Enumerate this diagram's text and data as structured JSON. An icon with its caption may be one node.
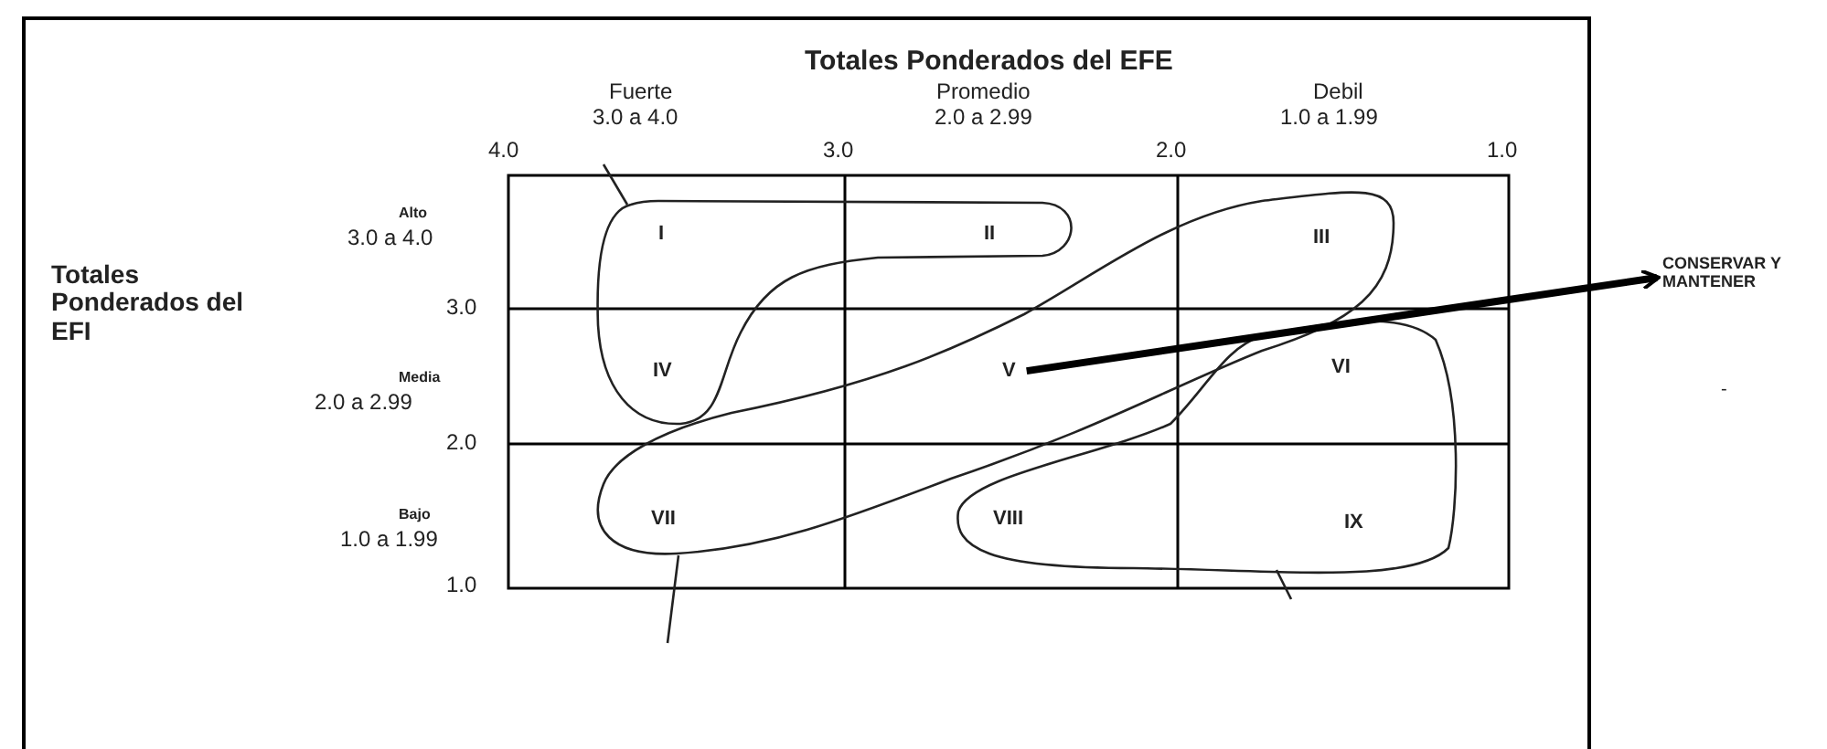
{
  "diagram": {
    "title": "Totales Ponderados del EFE",
    "nodes": [
      {
        "text": [],
        "shape": "loop"
      },
      {
        "text": [],
        "shape": "loop"
      },
      {
        "text": [],
        "shape": "loop"
      },
      {
        "text": [
          "I"
        ],
        "in": 0
      },
      {
        "text": [
          "II"
        ],
        "in": 0
      },
      {
        "text": [
          "III"
        ],
        "in": 1
      },
      {
        "text": [
          "IV"
        ],
        "in": 0
      },
      {
        "text": [
          "V"
        ],
        "in": 1
      },
      {
        "text": [
          "VI"
        ],
        "in": 2
      },
      {
        "text": [
          "VII"
        ],
        "in": 1
      },
      {
        "text": [
          "VIII"
        ],
        "in": 2
      },
      {
        "text": [
          "IX"
        ],
        "in": 2
      },
      {
        "text": [
          "CONSERVAR Y MANTENER"
        ]
      }
    ],
    "edges": [
      {
        "from": 7,
        "to": 12,
        "arrow": "to",
        "style": "thick"
      },
      {
        "from": null,
        "to": 0,
        "arrow": "none"
      },
      {
        "from": null,
        "to": 1,
        "arrow": "none"
      },
      {
        "from": null,
        "to": 2,
        "arrow": "none"
      }
    ],
    "labels": [
      "Fuerte",
      "3.0 a 4.0",
      "Promedio",
      "2.0 a 2.99",
      "Debil",
      "1.0 a 1.99",
      "4.0",
      "3.0",
      "2.0",
      "1.0",
      "Alto",
      "3.0 a 4.0",
      "Totales Ponderados del EFI",
      "3.0",
      "Media",
      "2.0 a 2.99",
      "-",
      "2.0",
      "Bajo",
      "1.0 a 1.99",
      "1.0"
    ]
  }
}
